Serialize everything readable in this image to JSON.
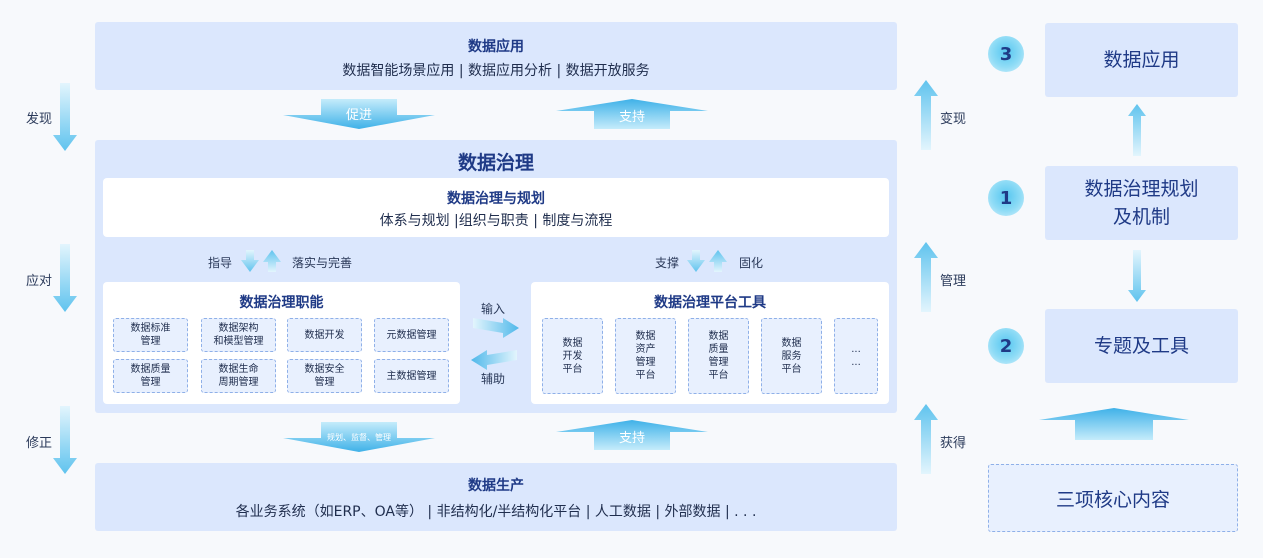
{
  "top": {
    "title": "数据应用",
    "subtitle": "数据智能场景应用 | 数据应用分析 | 数据开放服务"
  },
  "mid_arrows": {
    "promote": "促进",
    "support_top": "支持",
    "support_bottom": "支持",
    "plan_supervise": "规划、监督、管理"
  },
  "governance": {
    "title": "数据治理",
    "planning": {
      "title": "数据治理与规划",
      "subtitle": "体系与规划 |组织与职责 | 制度与流程"
    },
    "left_connect": {
      "a": "指导",
      "b": "落实与完善"
    },
    "right_connect": {
      "a": "支撑",
      "b": "固化"
    },
    "functions": {
      "title": "数据治理职能",
      "items": [
        "数据标准\n管理",
        "数据架构\n和模型管理",
        "数据开发",
        "元数据管理",
        "数据质量\n管理",
        "数据生命\n周期管理",
        "数据安全\n管理",
        "主数据管理"
      ]
    },
    "exchange": {
      "input": "输入",
      "assist": "辅助"
    },
    "tools": {
      "title": "数据治理平台工具",
      "items": [
        "数据\n开发\n平台",
        "数据\n资产\n管理\n平台",
        "数据\n质量\n管理\n平台",
        "数据\n服务\n平台",
        "...\n..."
      ]
    }
  },
  "bottom": {
    "title": "数据生产",
    "subtitle": "各业务系统（如ERP、OA等） |  非结构化/半结构化平台  |  人工数据  |  外部数据  |  . . ."
  },
  "left_labels": {
    "discover": "发现",
    "respond": "应对",
    "correct": "修正"
  },
  "right_labels": {
    "monetize": "变现",
    "manage": "管理",
    "obtain": "获得"
  },
  "right_panel": {
    "badge3": "3",
    "box3": "数据应用",
    "badge1": "1",
    "box1": "数据治理规划\n及机制",
    "badge2": "2",
    "box2": "专题及工具",
    "core": "三项核心内容"
  },
  "colors": {
    "band": "#dbe7fd",
    "title": "#1f3a86",
    "arrow_light": "#bfe8fa",
    "arrow_dark": "#4fb8ea"
  }
}
